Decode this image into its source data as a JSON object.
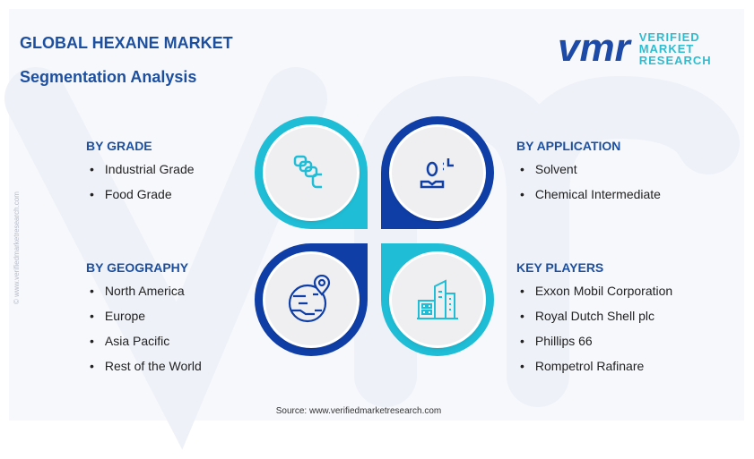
{
  "header": {
    "title": "GLOBAL HEXANE MARKET",
    "subtitle": "Segmentation Analysis"
  },
  "logo": {
    "mark": "vmr",
    "line1": "VERIFIED",
    "line2": "MARKET",
    "line3": "RESEARCH"
  },
  "watermark": "© www.verifiedmarketresearch.com",
  "colors": {
    "cyan": "#1fbdd6",
    "blue": "#0f3ea6",
    "heading": "#1d4f9f"
  },
  "segments": {
    "grade": {
      "heading": "BY GRADE",
      "icon": "layers-icon",
      "items": [
        "Industrial Grade",
        "Food Grade"
      ]
    },
    "application": {
      "heading": "BY APPLICATION",
      "icon": "person-icon",
      "items": [
        "Solvent",
        "Chemical Intermediate"
      ]
    },
    "geography": {
      "heading": "BY GEOGRAPHY",
      "icon": "globe-pin-icon",
      "items": [
        "North America",
        "Europe",
        "Asia Pacific",
        "Rest of the World"
      ]
    },
    "players": {
      "heading": "KEY PLAYERS",
      "icon": "buildings-icon",
      "items": [
        "Exxon Mobil Corporation",
        "Royal Dutch Shell plc",
        "Phillips 66",
        "Rompetrol Rafinare"
      ]
    }
  },
  "footer": {
    "source": "Source: www.verifiedmarketresearch.com"
  }
}
